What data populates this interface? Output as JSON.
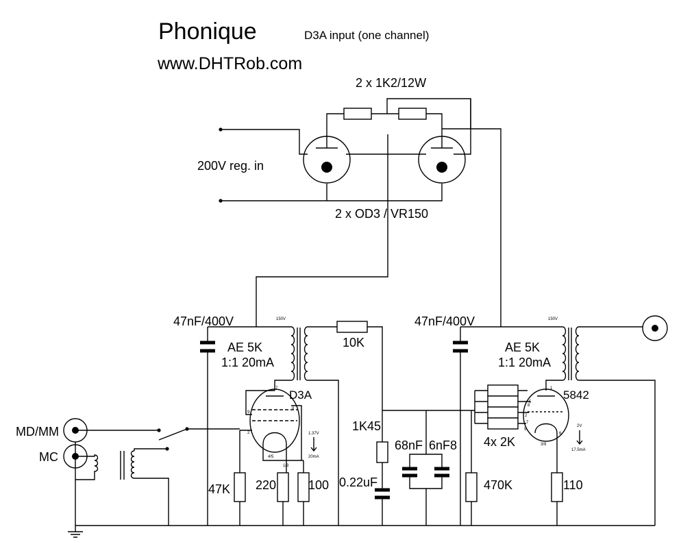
{
  "header": {
    "brand": "Phonique",
    "subtitle": "D3A input  (one channel)",
    "url": "www.DHTRob.com"
  },
  "regulator": {
    "resistor_label": "2 x 1K2/12W",
    "supply_label": "200V reg. in",
    "tube_label": "2 x OD3  / VR150"
  },
  "stage1": {
    "cap_label": "47nF/400V",
    "xfmr_label_1": "AE 5K",
    "xfmr_label_2": "1:1 20mA",
    "xfmr_voltage": "150V",
    "tube_label": "D3A",
    "pin_7": "7",
    "pin_8": "8",
    "pin_9": "9",
    "pin_2": "2",
    "pin_45": "4/5",
    "pin_13": "1/3",
    "bias_voltage": "1.37V",
    "bias_current": "20mA",
    "grid_resistor": "47K",
    "cathode_resistor_1": "220",
    "cathode_resistor_2": "100"
  },
  "interstage": {
    "series_resistor": "10K",
    "shunt_resistor": "1K45",
    "shunt_cap": "0.22uF",
    "cap_a": "68nF",
    "cap_b": "6nF8"
  },
  "stage2": {
    "cap_label": "47nF/400V",
    "xfmr_label_1": "AE 5K",
    "xfmr_label_2": "1:1 20mA",
    "xfmr_voltage": "150V",
    "tube_label": "5842",
    "grid_stopper": "4x 2K",
    "grid_resistor": "470K",
    "cathode_resistor": "110",
    "pin_1": "1",
    "pin_2": "2",
    "pin_5": "5",
    "pin_6": "6",
    "pin_7": "7",
    "pin_8": "8",
    "pin_9": "9",
    "pin_39": "3/9",
    "bias_voltage": "2V",
    "bias_current": "17.5mA"
  },
  "inputs": {
    "mm_label": "MD/MM",
    "mc_label": "MC"
  }
}
